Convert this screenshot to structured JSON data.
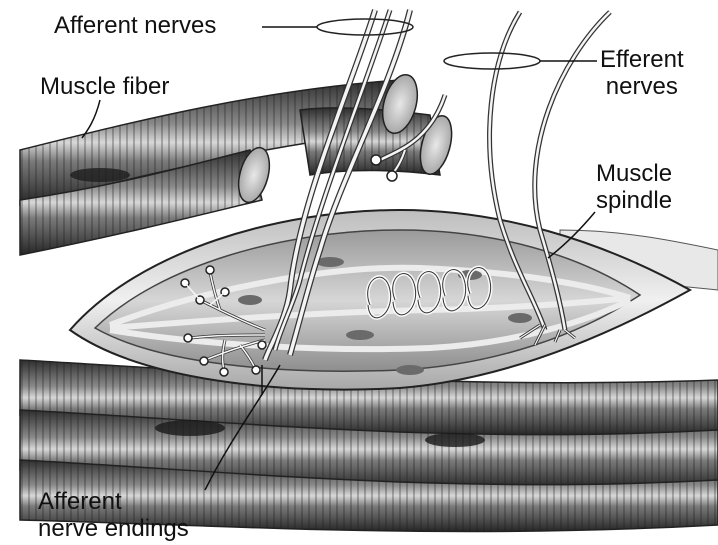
{
  "labels": {
    "afferent_nerves": "Afferent nerves",
    "muscle_fiber": "Muscle fiber",
    "efferent_nerves_line1": "Efferent",
    "efferent_nerves_line2": "nerves",
    "muscle_spindle_line1": "Muscle",
    "muscle_spindle_line2": "spindle",
    "afferent_endings_line1": "Afferent",
    "afferent_endings_line2": "nerve endings"
  },
  "colors": {
    "fiber_dark": "#3a3a3a",
    "fiber_mid": "#6e6e6e",
    "fiber_light": "#cfcfcf",
    "spindle_capsule": "#e6e6e6",
    "nerve": "#f2f2f2",
    "outline": "#222222"
  }
}
